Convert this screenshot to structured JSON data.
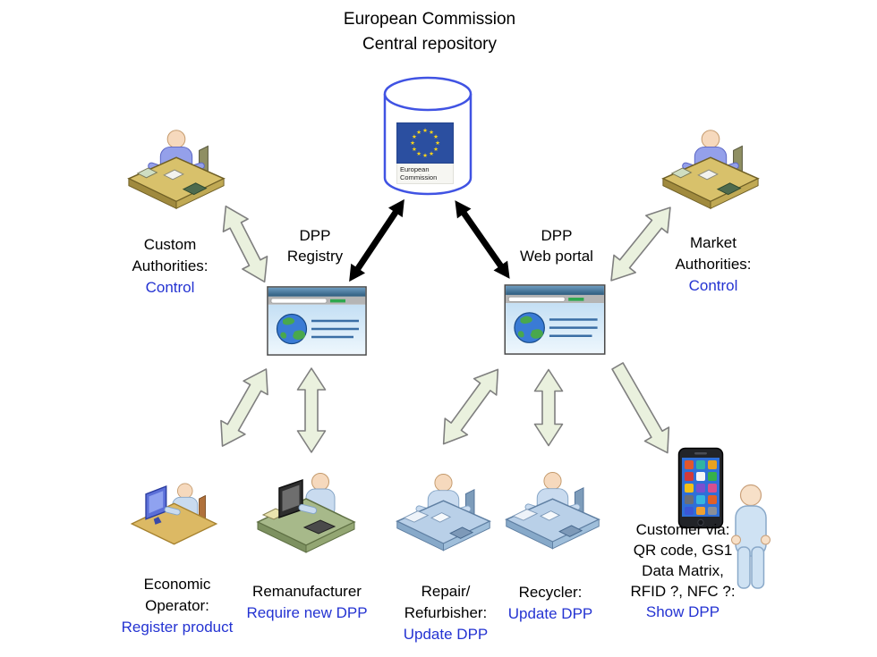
{
  "title": {
    "line1": "European Commission",
    "line2": "Central repository"
  },
  "repository": {
    "caption_line1": "European",
    "caption_line2": "Commission"
  },
  "nodes": {
    "registry": {
      "line1": "DPP",
      "line2": "Registry"
    },
    "web_portal": {
      "line1": "DPP",
      "line2": "Web portal"
    }
  },
  "actors": {
    "custom_authorities": {
      "line1": "Custom",
      "line2": "Authorities:",
      "action": "Control"
    },
    "market_authorities": {
      "line1": "Market",
      "line2": "Authorities:",
      "action": "Control"
    },
    "economic_operator": {
      "line1": "Economic",
      "line2": "Operator:",
      "action": "Register product"
    },
    "remanufacturer": {
      "line1": "Remanufacturer",
      "action": "Require new DPP"
    },
    "repair_refurbisher": {
      "line1": "Repair/",
      "line2": "Refurbisher:",
      "action": "Update DPP"
    },
    "recycler": {
      "line1": "Recycler:",
      "action": "Update DPP"
    },
    "customer": {
      "line1": "Customer via:",
      "line2": "QR code, GS1",
      "line3": "Data Matrix,",
      "line4": "RFID ?, NFC ?:",
      "action": "Show DPP"
    }
  },
  "connections": [
    {
      "from": "central-repository",
      "to": "dpp-registry",
      "style": "black-double-arrow"
    },
    {
      "from": "central-repository",
      "to": "dpp-web-portal",
      "style": "black-double-arrow"
    },
    {
      "from": "custom-authorities",
      "to": "dpp-registry",
      "style": "green-double-arrow"
    },
    {
      "from": "market-authorities",
      "to": "dpp-web-portal",
      "style": "green-double-arrow"
    },
    {
      "from": "dpp-registry",
      "to": "economic-operator",
      "style": "green-double-arrow"
    },
    {
      "from": "dpp-registry",
      "to": "remanufacturer",
      "style": "green-double-arrow"
    },
    {
      "from": "dpp-web-portal",
      "to": "repair-refurbisher",
      "style": "green-double-arrow"
    },
    {
      "from": "dpp-web-portal",
      "to": "recycler",
      "style": "green-double-arrow"
    },
    {
      "from": "dpp-web-portal",
      "to": "customer",
      "style": "green-single-arrow"
    }
  ],
  "icons": {
    "repository": "database-icon",
    "eu_flag": "eu-flag-icon",
    "registry": "browser-window-icon",
    "web_portal": "browser-window-icon",
    "custom_authorities": "desk-clerk-icon",
    "market_authorities": "desk-clerk-icon",
    "economic_operator": "computer-user-icon",
    "remanufacturer": "workstation-user-icon",
    "repair_refurbisher": "service-desk-icon",
    "recycler": "service-desk-icon",
    "customer_phone": "smartphone-icon",
    "customer_person": "standing-person-icon"
  },
  "colors": {
    "action_text": "#2433d2",
    "label_text": "#000000",
    "arrow_fill": "#eaf1de",
    "arrow_stroke": "#7f7f7f",
    "black_arrow": "#000000",
    "cylinder_stroke": "#4053e3",
    "eu_flag_blue": "#2b4fa0",
    "eu_star_yellow": "#ffd617",
    "browser_bar": "#3c6e96"
  }
}
